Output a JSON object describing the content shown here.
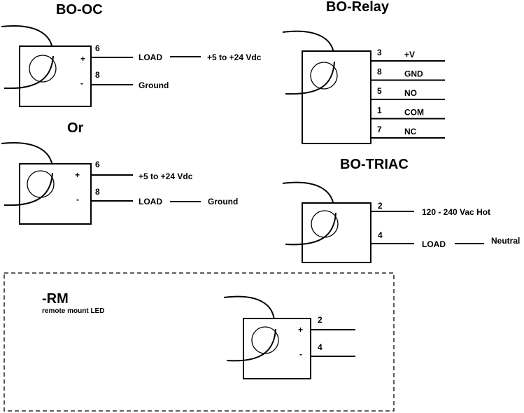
{
  "bo_oc": {
    "title": "BO-OC",
    "a": {
      "plus": "+",
      "minus": "-",
      "pin_top": "6",
      "pin_bottom": "8",
      "load": "LOAD",
      "supply": "+5 to +24 Vdc",
      "ground": "Ground"
    },
    "or_label": "Or",
    "b": {
      "plus": "+",
      "minus": "-",
      "pin_top": "6",
      "pin_bottom": "8",
      "supply": "+5 to +24 Vdc",
      "load": "LOAD",
      "ground": "Ground"
    }
  },
  "bo_relay": {
    "title": "BO-Relay",
    "pins": [
      {
        "num": "3",
        "name": "+V"
      },
      {
        "num": "8",
        "name": "GND"
      },
      {
        "num": "5",
        "name": "NO"
      },
      {
        "num": "1",
        "name": "COM"
      },
      {
        "num": "7",
        "name": "NC"
      }
    ]
  },
  "bo_triac": {
    "title": "BO-TRIAC",
    "pin_top": "2",
    "pin_bottom": "4",
    "hot": "120 - 240 Vac Hot",
    "load": "LOAD",
    "neutral": "Neutral"
  },
  "rm": {
    "title": "-RM",
    "subtitle": "remote mount LED",
    "plus": "+",
    "minus": "-",
    "pin_top": "2",
    "pin_bottom": "4"
  }
}
